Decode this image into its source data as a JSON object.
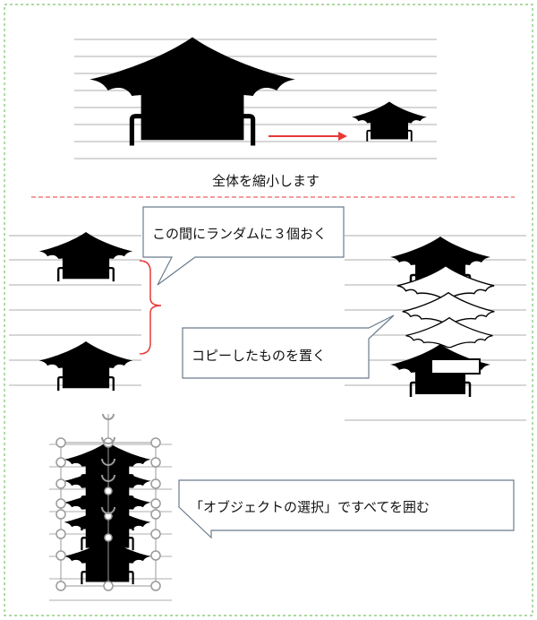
{
  "texts": {
    "shrink_caption": "全体を縮小します",
    "callout_random": "この間にランダムに３個おく",
    "callout_copy": "コピーしたものを置く",
    "callout_select": "「オブジェクトの選択」ですべてを囲む"
  },
  "colors": {
    "frame_border": "#7cc26a",
    "divider": "#e53935",
    "arrow": "#e53935",
    "bracket": "#e53935",
    "ruled_line": "#c8c8c8",
    "callout_border": "#6b7b8c",
    "silhouette": "#000000",
    "outline_copy": "#ffffff",
    "handle": "#9a9a9a"
  },
  "icons": {
    "pagoda": "pagoda-roof-silhouette",
    "copy": "pagoda-outline-copy",
    "handle": "selection-handle-circle"
  }
}
